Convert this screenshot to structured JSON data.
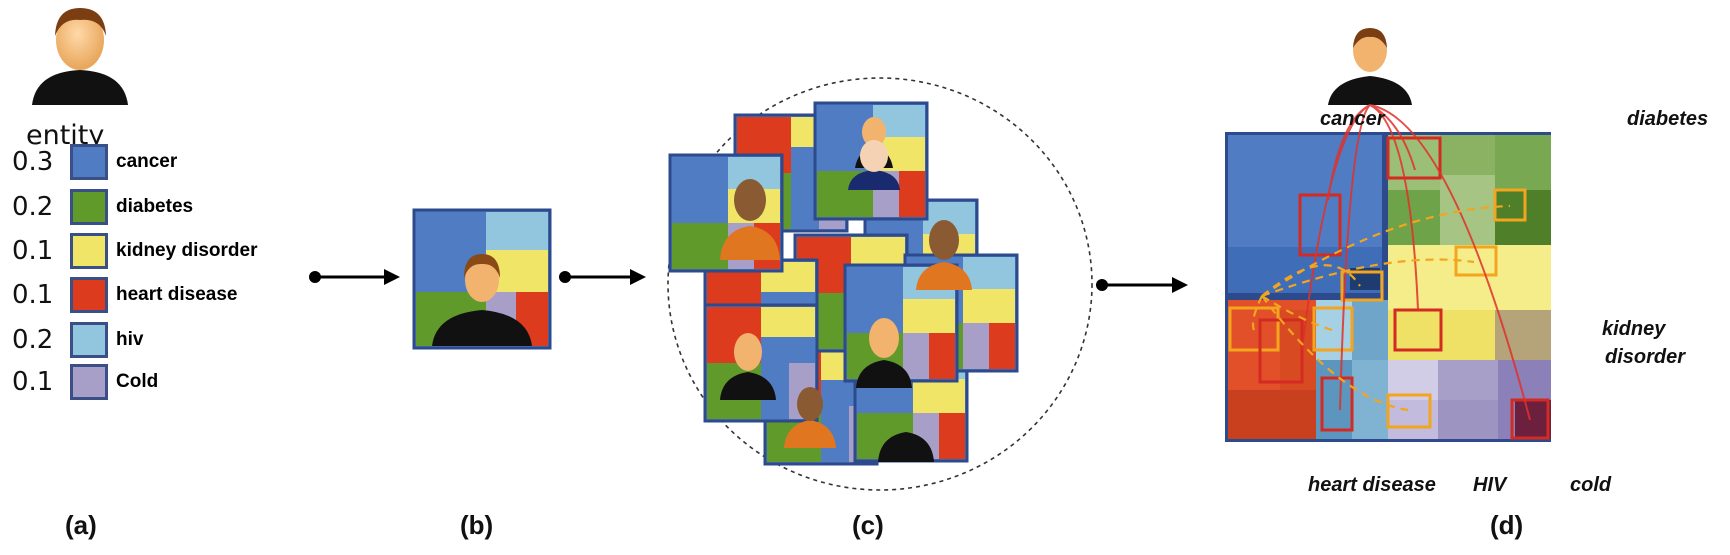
{
  "panel_a": {
    "entity_label": "entity",
    "legend": [
      {
        "value": "0.3",
        "label": "cancer",
        "color": "#4f7cc3"
      },
      {
        "value": "0.2",
        "label": "diabetes",
        "color": "#5f9a2a"
      },
      {
        "value": "0.1",
        "label": "kidney disorder",
        "color": "#f0e567"
      },
      {
        "value": "0.1",
        "label": "heart disease",
        "color": "#dd3b1e"
      },
      {
        "value": "0.2",
        "label": "hiv",
        "color": "#91c6de"
      },
      {
        "value": "0.1",
        "label": "Cold",
        "color": "#a89fc9"
      }
    ]
  },
  "panel_labels": {
    "a": "(a)",
    "b": "(b)",
    "c": "(c)",
    "d": "(d)"
  },
  "treemap_labels": {
    "cancer": "cancer",
    "diabetes": "diabetes",
    "kidney_line1": "kidney",
    "kidney_line2": "disorder",
    "heart_disease": "heart disease",
    "hiv": "HIV",
    "cold": "cold"
  },
  "colors": {
    "cancer": "#4f7cc3",
    "diabetes": "#5f9a2a",
    "kidney": "#f0e567",
    "heart": "#dd3b1e",
    "hiv": "#91c6de",
    "cold": "#a89fc9",
    "frame": "#2c4a8c",
    "red_path": "#e0312a",
    "orange_path": "#f2a51d"
  }
}
